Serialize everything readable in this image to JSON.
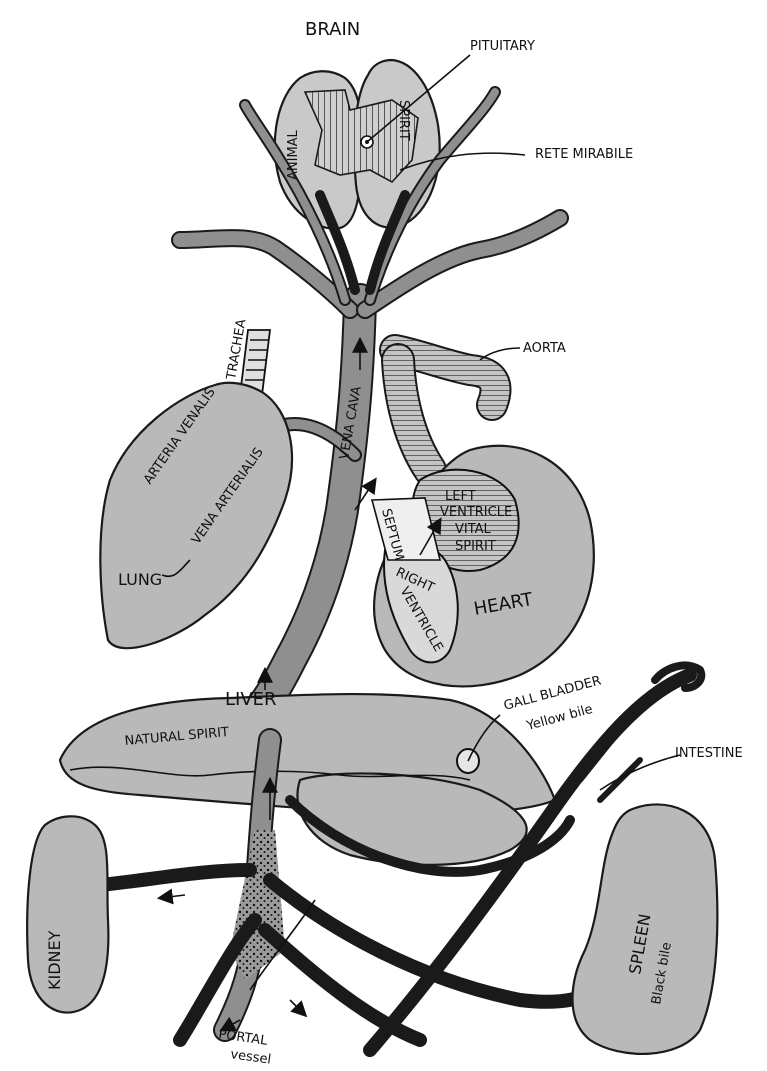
{
  "labels": {
    "brain": "BRAIN",
    "pituitary": "PITUITARY",
    "animal": "ANIMAL",
    "spirit": "SPIRIT",
    "rete_mirabile": "RETE MIRABILE",
    "aorta": "AORTA",
    "trachea": "TRACHEA",
    "arteria_venalis": "ARTERIA VENALIS",
    "vena_arterialis": "VENA ARTERIALIS",
    "vena_cava": "VENA CAVA",
    "lung": "LUNG",
    "septum": "SEPTUM",
    "left_ventricle": "LEFT",
    "left_ventricle_2": "VENTRICLE",
    "vital": "VITAL",
    "vital_spirit": "SPIRIT",
    "right_ventricle": "RIGHT",
    "right_ventricle_2": "VENTRICLE",
    "heart": "HEART",
    "liver": "LIVER",
    "natural_spirit": "NATURAL SPIRIT",
    "gall_bladder": "GALL BLADDER",
    "yellow_bile": "Yellow bile",
    "intestine": "INTESTINE",
    "kidney": "KIDNEY",
    "spleen": "SPLEEN",
    "black_bile": "Black bile",
    "portal": "PORTAL",
    "vessel": "vessel"
  }
}
